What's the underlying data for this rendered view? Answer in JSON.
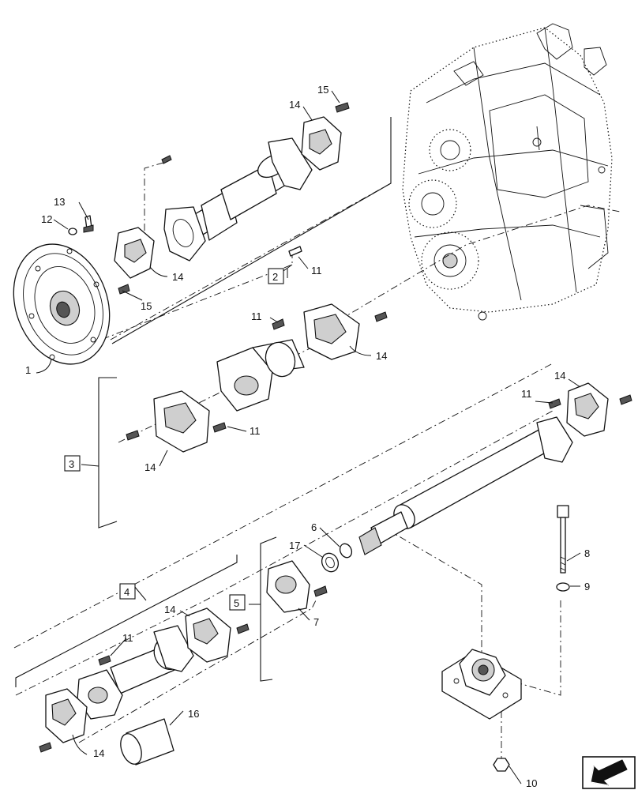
{
  "diagram": {
    "callouts": [
      {
        "id": "c1",
        "text": "1"
      },
      {
        "id": "c6",
        "text": "6"
      },
      {
        "id": "c7",
        "text": "7"
      },
      {
        "id": "c8",
        "text": "8"
      },
      {
        "id": "c9",
        "text": "9"
      },
      {
        "id": "c10",
        "text": "10"
      },
      {
        "id": "c11a",
        "text": "11"
      },
      {
        "id": "c11b",
        "text": "11"
      },
      {
        "id": "c11c",
        "text": "11"
      },
      {
        "id": "c11d",
        "text": "11"
      },
      {
        "id": "c11e",
        "text": "11"
      },
      {
        "id": "c12",
        "text": "12"
      },
      {
        "id": "c13",
        "text": "13"
      },
      {
        "id": "c14a",
        "text": "14"
      },
      {
        "id": "c14b",
        "text": "14"
      },
      {
        "id": "c14c",
        "text": "14"
      },
      {
        "id": "c14d",
        "text": "14"
      },
      {
        "id": "c14e",
        "text": "14"
      },
      {
        "id": "c14f",
        "text": "14"
      },
      {
        "id": "c14g",
        "text": "14"
      },
      {
        "id": "c15a",
        "text": "15"
      },
      {
        "id": "c15b",
        "text": "15"
      },
      {
        "id": "c16",
        "text": "16"
      },
      {
        "id": "c17",
        "text": "17"
      }
    ],
    "assemblies": [
      {
        "id": "a2",
        "text": "2"
      },
      {
        "id": "a3",
        "text": "3"
      },
      {
        "id": "a4",
        "text": "4"
      },
      {
        "id": "a5",
        "text": "5"
      }
    ],
    "nav_icon": "arrow-next-icon"
  }
}
